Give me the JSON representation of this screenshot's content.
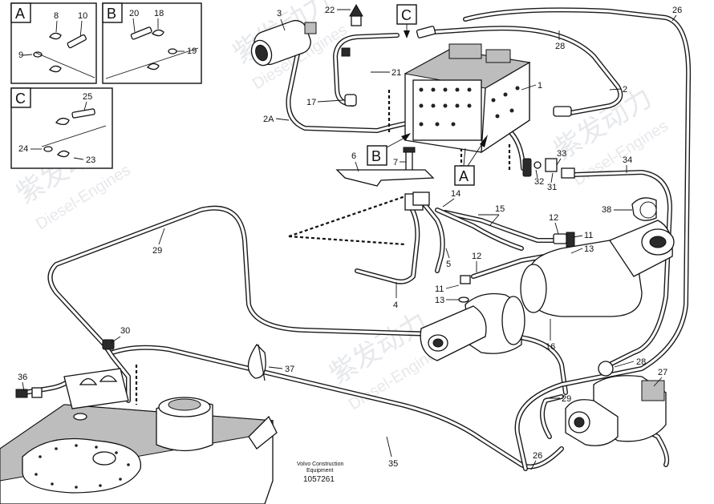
{
  "insets": [
    {
      "letter": "A",
      "labels": [
        "8",
        "10",
        "9"
      ]
    },
    {
      "letter": "B",
      "labels": [
        "20",
        "18",
        "19"
      ]
    },
    {
      "letter": "C",
      "labels": [
        "25",
        "24",
        "23"
      ]
    }
  ],
  "flags": {
    "a": "A",
    "b": "B",
    "c": "C"
  },
  "callouts": {
    "n1": "1",
    "n2": "2",
    "n2a": "2A",
    "n3": "3",
    "n4": "4",
    "n5": "5",
    "n6": "6",
    "n7": "7",
    "n11a": "11",
    "n11b": "11",
    "n12a": "12",
    "n12b": "12",
    "n13a": "13",
    "n13b": "13",
    "n14": "14",
    "n15": "15",
    "n16": "16",
    "n17": "17",
    "n21": "21",
    "n22": "22",
    "n26a": "26",
    "n26b": "26",
    "n27": "27",
    "n28a": "28",
    "n28b": "28",
    "n29a": "29",
    "n29b": "29",
    "n30": "30",
    "n31": "31",
    "n32": "32",
    "n33": "33",
    "n34": "34",
    "n35": "35",
    "n36": "36",
    "n37": "37",
    "n38": "38"
  },
  "footer": {
    "line1": "Volvo Construction",
    "line2": "Equipment",
    "code": "1057261"
  },
  "watermark": {
    "cn": "紫发动力",
    "en": "Diesel-Engines"
  }
}
